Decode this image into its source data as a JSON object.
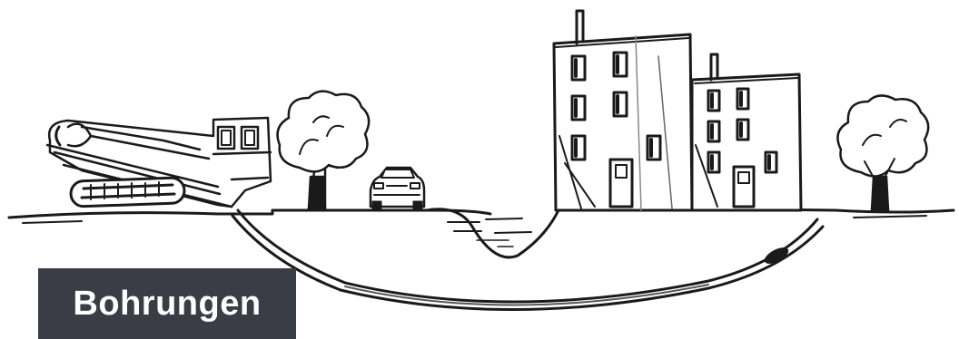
{
  "illustration": {
    "label": "Bohrungen",
    "label_background": "#3a3d45",
    "label_color": "#ffffff",
    "ink_color": "#1a1a1a",
    "elements": [
      "drilling-rig",
      "tree",
      "car",
      "pond",
      "apartment-building-tall",
      "apartment-building-short",
      "tree",
      "bore-path",
      "drill-head"
    ]
  }
}
